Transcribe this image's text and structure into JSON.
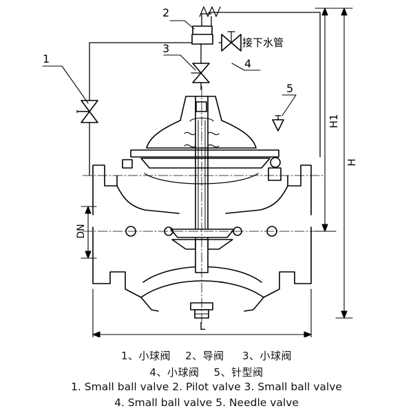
{
  "callouts": {
    "c1": "1",
    "c2": "2",
    "c3": "3",
    "c4": "4",
    "c5": "5"
  },
  "pipe_label": "接下水管",
  "dimensions": {
    "h1": "H1",
    "h": "H",
    "dn": "DN",
    "l": "L"
  },
  "legend": {
    "cn_line1": "1、小球阀    2、导阀     3、小球阀",
    "cn_line2": "4、小球阀    5、针型阀",
    "en_line1": "1. Small ball valve 2. Pilot valve 3. Small ball valve",
    "en_line2": "4. Small ball valve 5. Needle valve"
  }
}
